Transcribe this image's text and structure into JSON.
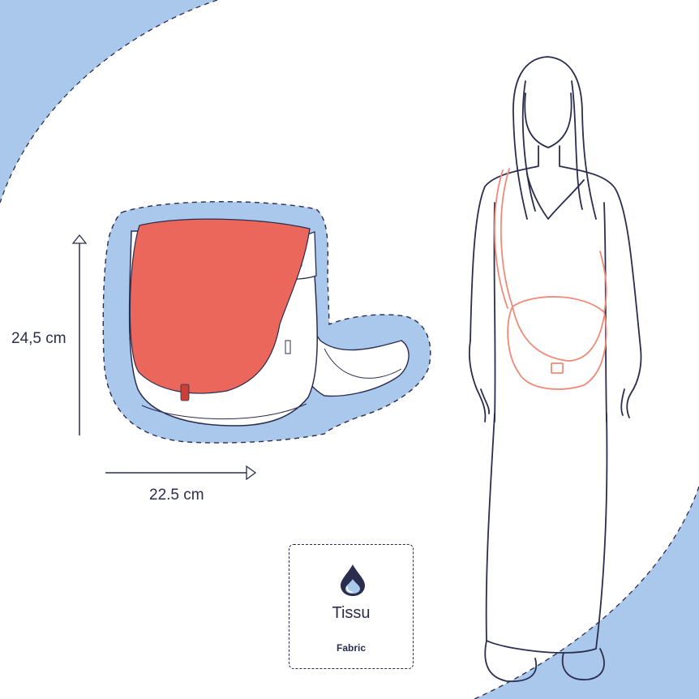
{
  "dimensions": {
    "height": "24,5 cm",
    "width": "22.5 cm"
  },
  "material": {
    "name": "Tissu",
    "subtitle": "Fabric",
    "icon": "water-drop-icon"
  },
  "colors": {
    "background_accent": "#a9c8ec",
    "bag_flap": "#ec675b",
    "line": "#2b2d4f",
    "bag_on_figure": "#f08a78"
  }
}
